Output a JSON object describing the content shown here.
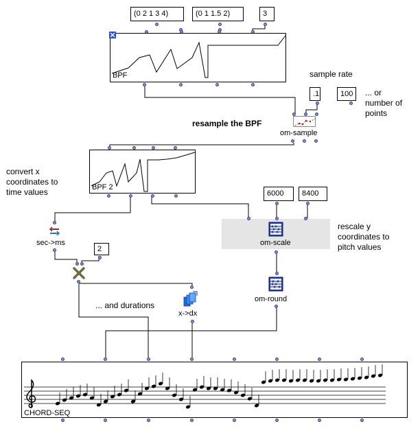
{
  "patch": {
    "inputs": {
      "list1": "(0 2 1 3 4)",
      "list2": "(0 1 1.5 2)",
      "three": "3",
      "rate": ".1",
      "points": "100",
      "two": "2",
      "min": "6000",
      "max": "8400"
    },
    "boxes": {
      "bpf1": "BPF",
      "bpf2": "BPF 2",
      "om_sample": "om-sample",
      "sec_ms": "sec->ms",
      "x_dx": "x->dx",
      "om_scale": "om-scale",
      "om_round": "om-round",
      "chordseq": "CHORD-SEQ"
    },
    "comments": {
      "sample_rate": "sample rate",
      "or_points_1": "... or",
      "or_points_2": "number of",
      "or_points_3": "points",
      "resample": "resample the BPF",
      "convert_1": "convert x",
      "convert_2": "coordinates to",
      "convert_3": "time values",
      "durations": "... and durations",
      "rescale_1": "rescale y",
      "rescale_2": "coordinates to",
      "rescale_3": "pitch values"
    }
  },
  "colors": {
    "inlet": "#8d8fd6",
    "inlet_border": "#3b3e95",
    "shade": "#e5e5e5",
    "icon_blue": "#1e4bd8",
    "multiply_icon": "#6f6a3c"
  },
  "icons": {
    "select": "x-mark-icon",
    "sample": "resample-icon",
    "convert": "sec-to-ms-icon",
    "multiply": "multiply-cross-icon",
    "xdx": "x-to-dx-icon",
    "scale": "om-scale-abacus-icon",
    "round": "om-round-abacus-icon",
    "clef": "treble-clef-icon"
  }
}
